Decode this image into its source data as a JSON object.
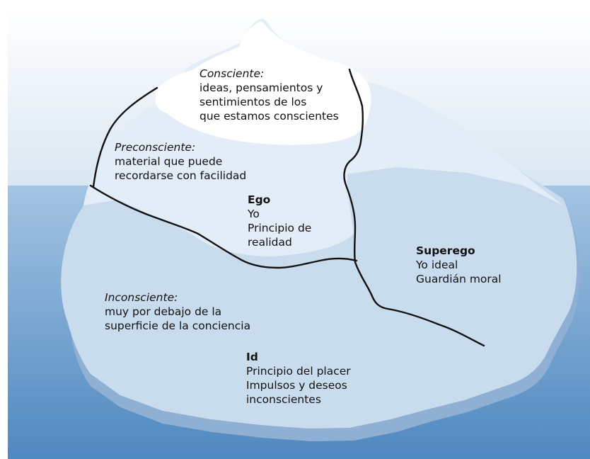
{
  "colors": {
    "sky_top": "#ffffff",
    "sky_bottom": "#9fc0de",
    "water_top": "#a4c4e2",
    "water_bottom": "#4f88c0",
    "ice_body": "#c9dcee",
    "ice_light": "#e3edf7",
    "ice_shadow": "#8fafd3",
    "snow_cap": "#ffffff",
    "outline": "#111111"
  },
  "regions": {
    "consciente": {
      "title": "Consciente:",
      "lines": [
        "ideas, pensamientos y",
        "sentimientos de los",
        "que estamos conscientes"
      ]
    },
    "preconsciente": {
      "title": "Preconsciente:",
      "lines": [
        "material que puede",
        "recordarse con facilidad"
      ]
    },
    "inconsciente": {
      "title": "Inconsciente:",
      "lines": [
        "muy por debajo de la",
        "superficie de la conciencia"
      ]
    }
  },
  "structures": {
    "ego": {
      "title": "Ego",
      "lines": [
        "Yo",
        "Principio de",
        "realidad"
      ]
    },
    "superego": {
      "title": "Superego",
      "lines": [
        "Yo ideal",
        "Guardián moral"
      ]
    },
    "id": {
      "title": "Id",
      "lines": [
        "Principio del placer",
        "Impulsos y deseos",
        "inconscientes"
      ]
    }
  }
}
